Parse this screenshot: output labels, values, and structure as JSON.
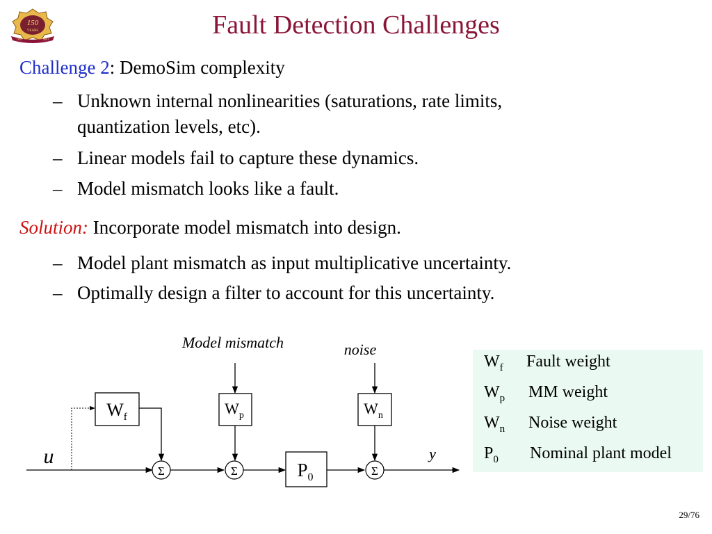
{
  "logo": {
    "numeral": "150",
    "word": "YEARS",
    "year_left": "1851",
    "year_right": "2001"
  },
  "title": "Fault Detection Challenges",
  "challenge": {
    "label": "Challenge 2",
    "text": ": DemoSim complexity"
  },
  "challenge_bullets": [
    {
      "line1": "Unknown internal nonlinearities (saturations, rate limits,",
      "line2": "quantization levels, etc)."
    },
    {
      "line1": "Linear models fail to capture these dynamics."
    },
    {
      "line1": "Model mismatch looks like a fault."
    }
  ],
  "solution": {
    "label": "Solution:",
    "text": " Incorporate model mismatch into design."
  },
  "solution_bullets": [
    "Model plant mismatch as input multiplicative uncertainty.",
    "Optimally design a filter to account for this uncertainty."
  ],
  "dash": "–",
  "diagram": {
    "model_mismatch_label": "Model mismatch",
    "noise_label": "noise",
    "input_label": "u",
    "output_label": "y",
    "sum_symbol": "Σ",
    "block_wf": {
      "main": "W",
      "sub": "f"
    },
    "block_wp": {
      "main": "W",
      "sub": "p"
    },
    "block_wn": {
      "main": "W",
      "sub": "n"
    },
    "block_p0": {
      "main": "P",
      "sub": "0"
    }
  },
  "legend": [
    {
      "main": "W",
      "sub": "f",
      "desc": "Fault weight"
    },
    {
      "main": "W",
      "sub": "p",
      "desc": "MM weight"
    },
    {
      "main": "W",
      "sub": "n",
      "desc": "Noise weight"
    },
    {
      "main": "P",
      "sub": "0",
      "desc": "Nominal plant model"
    }
  ],
  "page_number": "29/76",
  "colors": {
    "title": "#8b1538",
    "challenge": "#1f2ec9",
    "solution": "#cc1111",
    "legend_bg": "#eafaf3"
  }
}
